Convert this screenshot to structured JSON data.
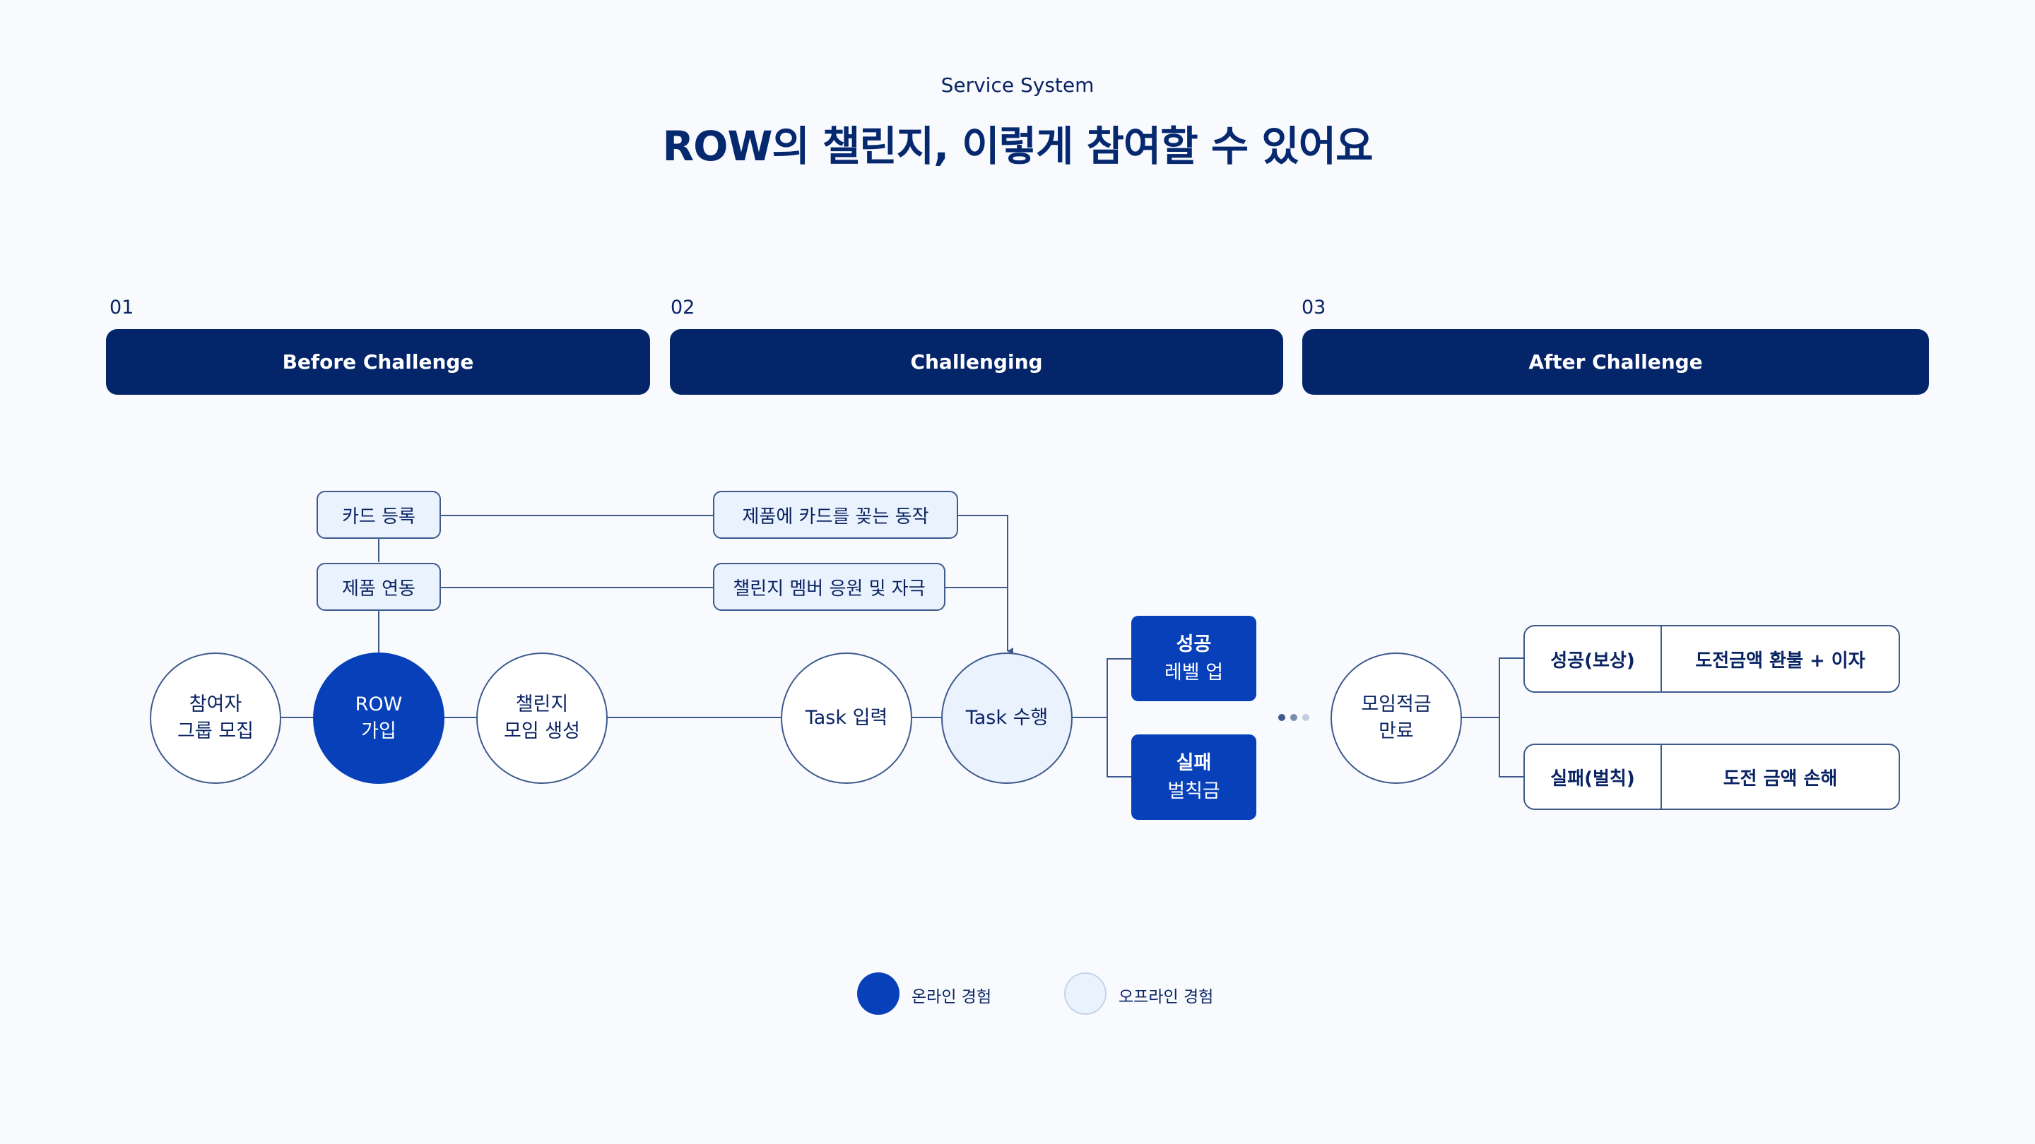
{
  "header": {
    "subtitle": "Service System",
    "title": "ROW의 챌린지, 이렇게 참여할 수 있어요"
  },
  "phases": [
    {
      "number": "01",
      "label": "Before Challenge"
    },
    {
      "number": "02",
      "label": "Challenging"
    },
    {
      "number": "03",
      "label": "After Challenge"
    }
  ],
  "pills": {
    "card_register": "카드 등록",
    "product_link": "제품 연동",
    "card_insert": "제품에 카드를 꽂는 동작",
    "member_cheer": "챌린지 멤버 응원 및 자극"
  },
  "nodes": {
    "participant": {
      "line1": "참여자",
      "line2": "그룹 모집"
    },
    "row_join": {
      "line1": "ROW",
      "line2": "가입"
    },
    "challenge_create": {
      "line1": "챌린지",
      "line2": "모임 생성"
    },
    "task_input": {
      "line1": "Task 입력"
    },
    "task_do": {
      "line1": "Task 수행"
    },
    "meeting_end": {
      "line1": "모임적금",
      "line2": "만료"
    }
  },
  "results": {
    "success": {
      "title": "성공",
      "desc": "레벨 업"
    },
    "fail": {
      "title": "실패",
      "desc": "벌칙금"
    }
  },
  "outcomes": [
    {
      "label": "성공(보상)",
      "value": "도전금액 환불 + 이자"
    },
    {
      "label": "실패(벌칙)",
      "value": "도전 금액 손해"
    }
  ],
  "legend": {
    "online": "온라인 경험",
    "offline": "오프라인 경험"
  },
  "colors": {
    "online": "#0740b8",
    "offline": "#eaf2fd",
    "phase_bar": "#05256a"
  }
}
